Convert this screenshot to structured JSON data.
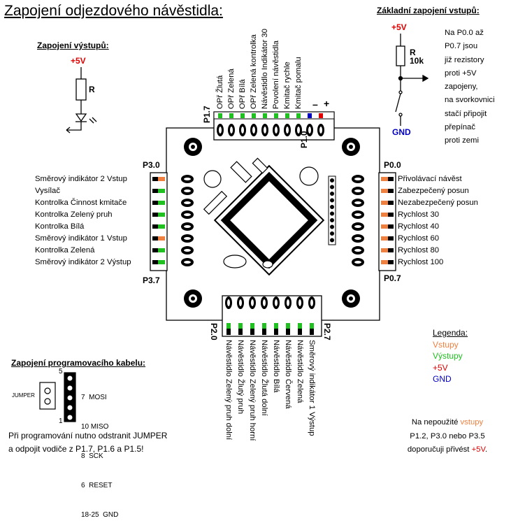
{
  "title": "Zapojení odjezdového návěstidla:",
  "outputs": {
    "heading": "Zapojení výstupů:",
    "supply": "+5V",
    "resistor": "R"
  },
  "inputs": {
    "heading": "Základní zapojení vstupů:",
    "supply": "+5V",
    "resistor": "R",
    "resistor_value": "10k",
    "ground": "GND",
    "note": [
      "Na P0.0 až",
      "P0.7 jsou",
      "již rezistory",
      "proti +5V",
      "zapojeny,",
      "na svorkovnici",
      "stačí připojit",
      "přepínač",
      "proti zemi"
    ]
  },
  "ports": {
    "p17": "P1.7",
    "p10": "P1.0",
    "p30": "P3.0",
    "p37": "P3.7",
    "p00": "P0.0",
    "p07": "P0.7",
    "p20": "P2.0",
    "p27": "P2.7",
    "minus": "–",
    "plus": "+"
  },
  "top_labels": [
    "OPř Žlutá",
    "OPř Zelená",
    "OPř Bílá",
    "OPř Zelená kontrolka",
    "Návěstidlo Indikátor 30",
    "Povolení návěstidla",
    "Kmitač rychle",
    "Kmitač pomalu"
  ],
  "left_labels": [
    "Směrový indikátor 2 Vstup",
    "Vysílač",
    "Kontrolka Činnost kmitače",
    "Kontrolka Zelený pruh",
    "Kontrolka Bílá",
    "Směrový indikátor 1 Vstup",
    "Kontrolka Zelená",
    "Směrový indikátor 2 Výstup"
  ],
  "right_labels": [
    "Přivolávací návěst",
    "Zabezpečený posun",
    "Nezabezpečený posun",
    "Rychlost 30",
    "Rychlost 40",
    "Rychlost 60",
    "Rychlost 80",
    "Rychlost 100"
  ],
  "bottom_labels": [
    "Návěstidlo Zelený pruh dolní",
    "Návěstidlo Žlutý pruh",
    "Návěstidlo Zelený pruh horní",
    "Návěstidlo Žlutá dolní",
    "Návěstidlo Bílá",
    "Návěstidlo Červená",
    "Návěstidlo Zelená",
    "Směrový indikátor 1 Výstup"
  ],
  "legend": {
    "title": "Legenda:",
    "inputs": "Vstupy",
    "outputs": "Výstupy",
    "vcc": "+5V",
    "gnd": "GND"
  },
  "colors": {
    "input": "#f08040",
    "output": "#20c020",
    "vcc": "#e00000",
    "gnd": "#0000c0"
  },
  "programming": {
    "heading": "Zapojení programovacího kabelu:",
    "jumper": "JUMPER",
    "pin_top": "5",
    "pin_bottom": "1",
    "pins": [
      "7  MOSI",
      "10 MISO",
      "8  SCK",
      "6  RESET",
      "18-25  GND"
    ],
    "note_line1": "Při programování nutno odstranit JUMPER",
    "note_line2": "a odpojit vodiče z P1.7, P1.6 a P1.5!"
  },
  "unused_note": {
    "line1_a": "Na nepoužité ",
    "line1_b": "vstupy",
    "line2": "P1.2, P3.0 nebo P3.5",
    "line3_a": "doporučuji přivést ",
    "line3_b": "+5V",
    "line3_c": "."
  }
}
